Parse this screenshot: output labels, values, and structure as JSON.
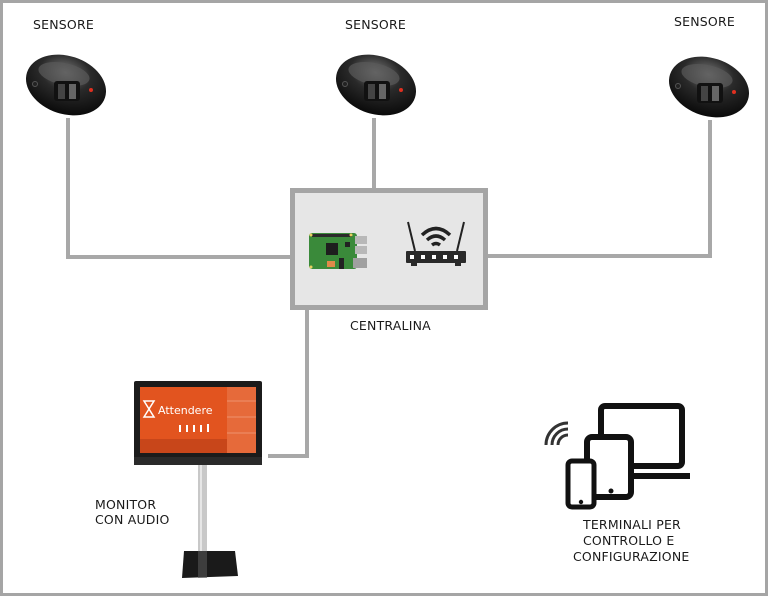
{
  "diagram": {
    "sensors": [
      {
        "label": "SENSORE",
        "icon": "motion-sensor-icon"
      },
      {
        "label": "SENSORE",
        "icon": "motion-sensor-icon"
      },
      {
        "label": "SENSORE",
        "icon": "motion-sensor-icon"
      }
    ],
    "hub": {
      "label": "CENTRALINA",
      "components": [
        {
          "name": "raspberry-pi-board",
          "icon": "circuit-board-icon"
        },
        {
          "name": "wifi-router",
          "icon": "wifi-router-icon"
        }
      ]
    },
    "monitor": {
      "label_lines": [
        "MONITOR",
        "CON AUDIO"
      ],
      "screen_text": "Attendere",
      "icon": "monitor-on-stand-icon"
    },
    "terminals": {
      "label_lines": [
        "TERMINALI PER",
        "CONTROLLO E",
        "CONFIGURAZIONE"
      ],
      "icons": [
        "wifi-signal-icon",
        "laptop-icon",
        "tablet-icon",
        "smartphone-icon"
      ]
    },
    "colors": {
      "wire": "#a8a8a8",
      "hub_fill": "#e6e6e6",
      "screen_orange": "#e2541f",
      "pcb_green": "#3a8a3a"
    }
  }
}
